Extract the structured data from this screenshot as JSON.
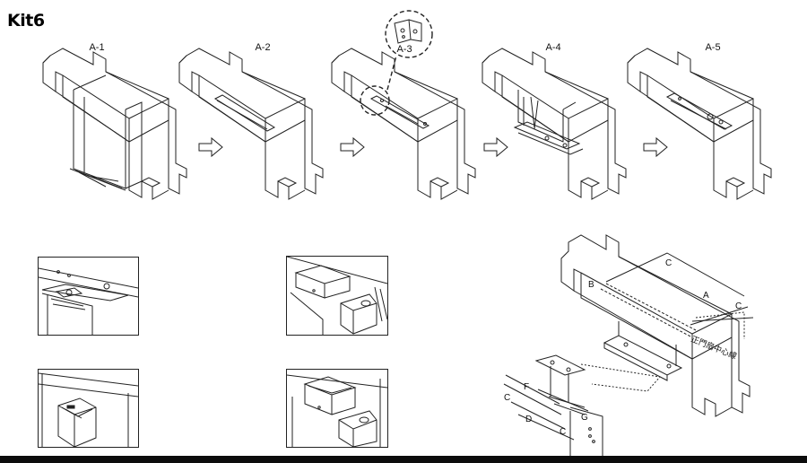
{
  "title": "Kit6",
  "steps": [
    {
      "label": "A-1"
    },
    {
      "label": "A-2"
    },
    {
      "label": "A-3"
    },
    {
      "label": "A-4"
    },
    {
      "label": "A-5"
    }
  ],
  "dimension_labels": {
    "a": "A",
    "b": "B",
    "c": "C",
    "d": "D",
    "f": "F",
    "g": "G"
  },
  "center_line_text": "正門扇中心線"
}
